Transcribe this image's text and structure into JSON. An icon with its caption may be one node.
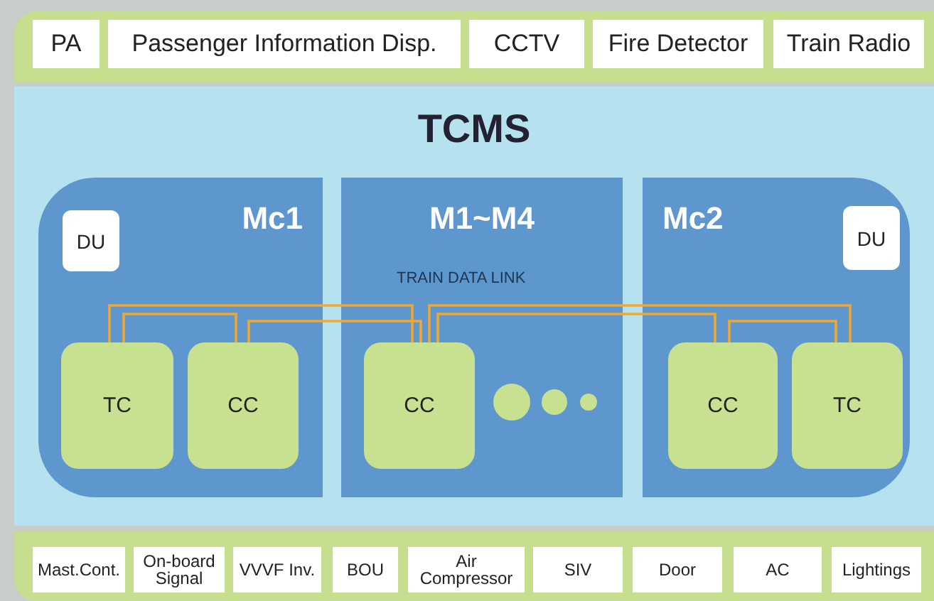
{
  "diagram": {
    "nodes": [
      {
        "text": [],
        "shape": "bar"
      },
      {
        "text": [
          "PA"
        ],
        "in": 0
      },
      {
        "text": [
          "Passenger Information Disp."
        ],
        "in": 0
      },
      {
        "text": [
          "CCTV"
        ],
        "in": 0
      },
      {
        "text": [
          "Fire Detector"
        ],
        "in": 0
      },
      {
        "text": [
          "Train Radio"
        ],
        "in": 0
      },
      {
        "text": [
          "TCMS"
        ]
      },
      {
        "text": [
          "Mc1"
        ],
        "in": 6
      },
      {
        "text": [
          "DU"
        ],
        "in": 7
      },
      {
        "text": [
          "TC"
        ],
        "in": 7
      },
      {
        "text": [
          "CC"
        ],
        "in": 7
      },
      {
        "text": [
          "M1~M4"
        ],
        "in": 6
      },
      {
        "text": [
          "CC"
        ],
        "in": 11
      },
      {
        "text": [],
        "shape": "circle",
        "in": 11
      },
      {
        "text": [],
        "shape": "circle",
        "in": 11
      },
      {
        "text": [],
        "shape": "circle",
        "in": 11
      },
      {
        "text": [
          "Mc2"
        ],
        "in": 6
      },
      {
        "text": [
          "DU"
        ],
        "in": 16
      },
      {
        "text": [
          "CC"
        ],
        "in": 16
      },
      {
        "text": [
          "TC"
        ],
        "in": 16
      },
      {
        "text": [],
        "shape": "bar"
      },
      {
        "text": [
          "Mast.Cont."
        ],
        "in": 20
      },
      {
        "text": [
          "On-board Signal"
        ],
        "in": 20
      },
      {
        "text": [
          "VVVF Inv."
        ],
        "in": 20
      },
      {
        "text": [
          "BOU"
        ],
        "in": 20
      },
      {
        "text": [
          "Air Compressor"
        ],
        "in": 20
      },
      {
        "text": [
          "SIV"
        ],
        "in": 20
      },
      {
        "text": [
          "Door"
        ],
        "in": 20
      },
      {
        "text": [
          "AC"
        ],
        "in": 20
      },
      {
        "text": [
          "Lightings"
        ],
        "in": 20
      }
    ],
    "edges": [
      {
        "from": 9,
        "to": 10,
        "arrow": "none"
      },
      {
        "from": 10,
        "to": 12,
        "arrow": "none"
      },
      {
        "from": 9,
        "to": 12,
        "arrow": "none"
      },
      {
        "from": 12,
        "to": 19,
        "arrow": "none"
      },
      {
        "from": 12,
        "to": 18,
        "arrow": "none"
      },
      {
        "from": 18,
        "to": 19,
        "arrow": "none"
      }
    ],
    "labels": [
      "TRAIN DATA LINK"
    ]
  }
}
